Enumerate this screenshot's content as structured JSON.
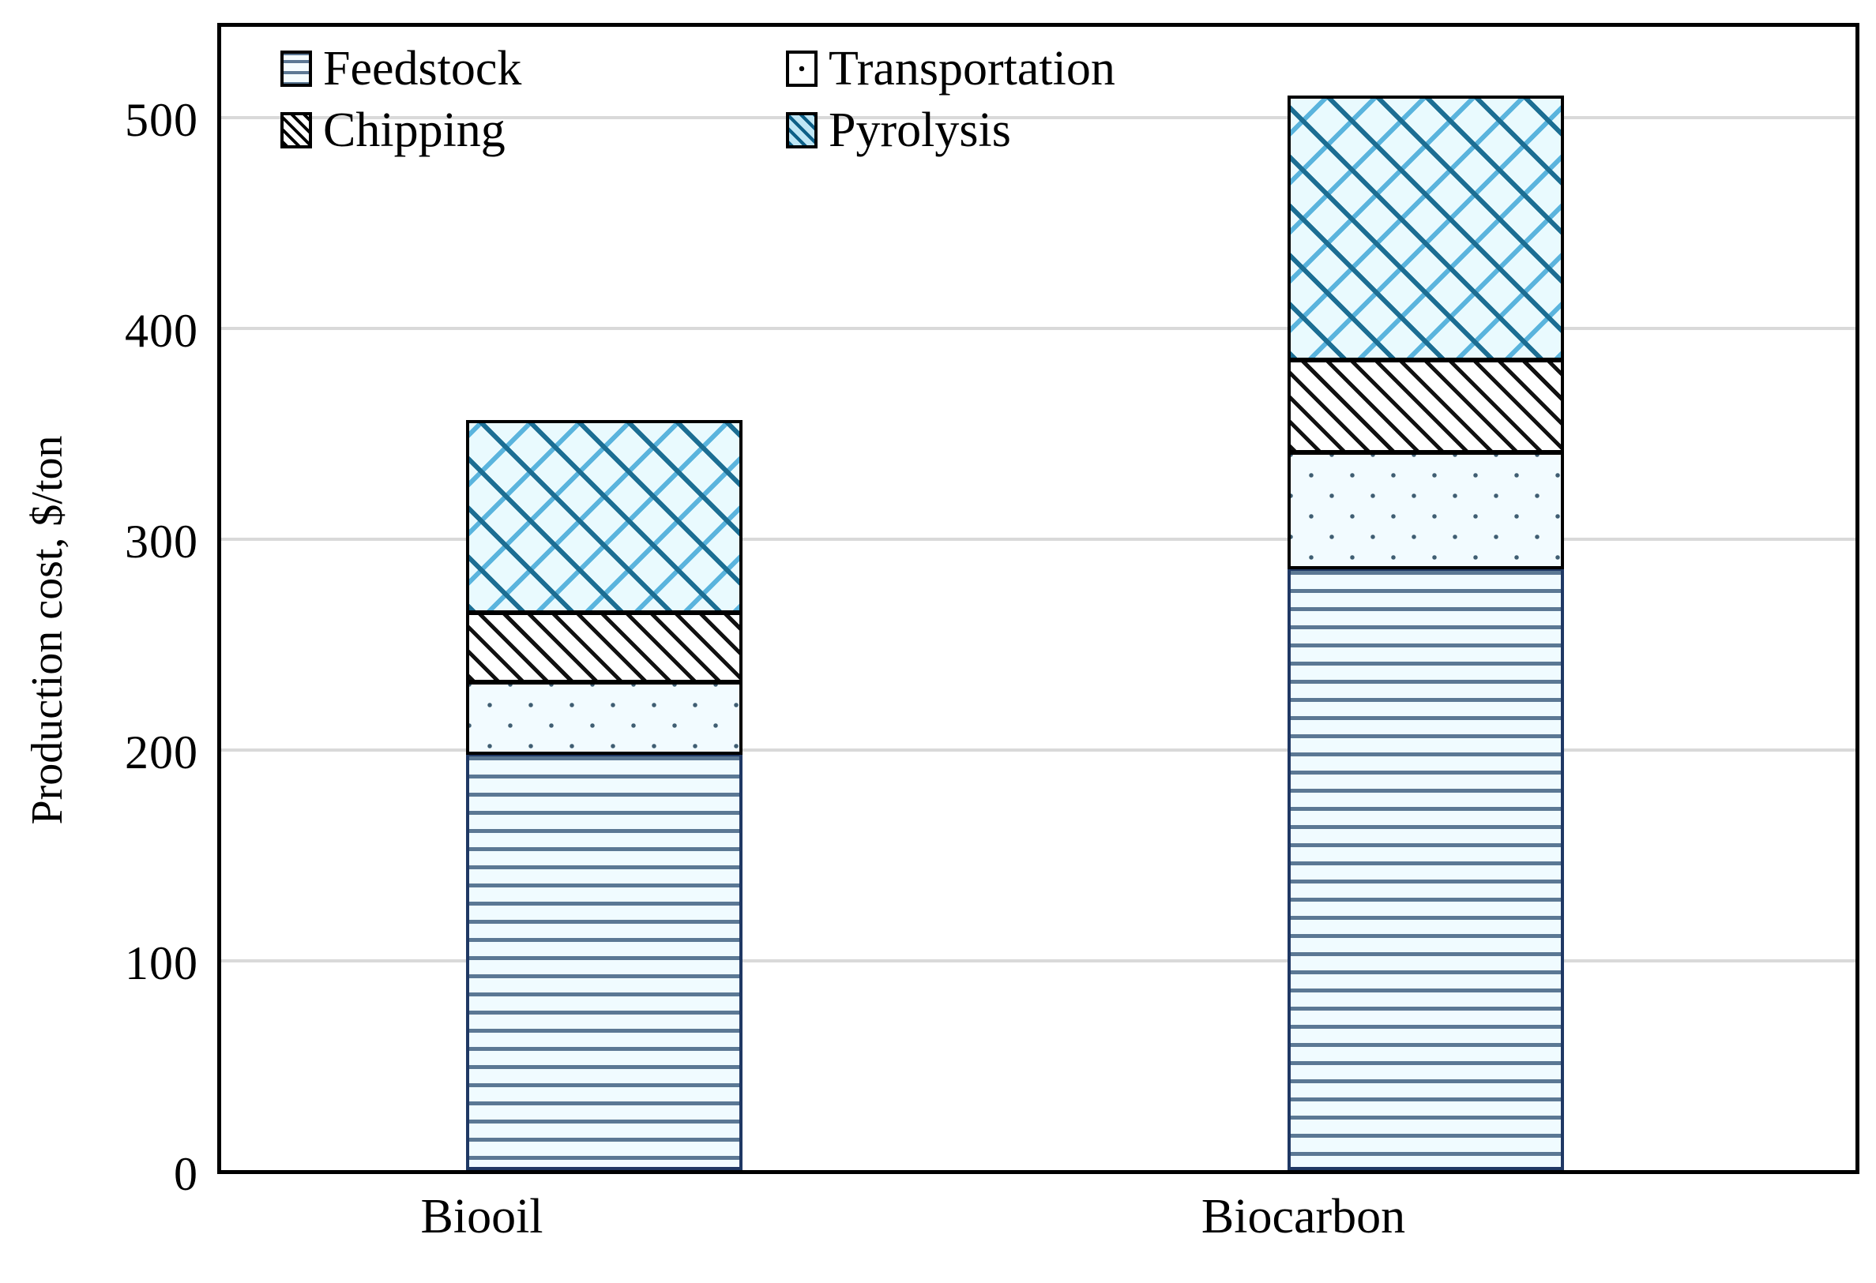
{
  "chart_data": {
    "type": "bar",
    "subtype": "stacked-bar",
    "title": "",
    "xlabel": "",
    "ylabel": "Production cost, $/ton",
    "categories": [
      "Biooil",
      "Biocarbon"
    ],
    "ylim": [
      0,
      560
    ],
    "yticks": [
      0,
      100,
      200,
      300,
      400,
      500
    ],
    "ytick_labels": [
      "0",
      "100",
      "200",
      "300",
      "400",
      "500"
    ],
    "grid": "horizontal",
    "legend_position": "top-inside-left",
    "series": [
      {
        "name": "Feedstock",
        "pattern": "horizontal-lines",
        "values": [
          197,
          285
        ]
      },
      {
        "name": "Transportation",
        "pattern": "dots",
        "values": [
          34,
          55
        ]
      },
      {
        "name": "Chipping",
        "pattern": "diagonal-hatch",
        "values": [
          33,
          44
        ]
      },
      {
        "name": "Pyrolysis",
        "pattern": "cross-hatch",
        "values": [
          91,
          125
        ]
      }
    ],
    "totals": [
      355,
      509
    ],
    "colors": {
      "feedstock_line": "#5b7894",
      "feedstock_fill": "#f0fbff",
      "transportation_dot": "#3f5d72",
      "transportation_fill": "#f2fbff",
      "chipping_hatch": "#111111",
      "chipping_fill": "#ffffff",
      "pyrolysis_hatch_dark": "#1c6e93",
      "pyrolysis_hatch_light": "#5ab4dd",
      "pyrolysis_fill": "#e9fafe",
      "gridline": "#d9d9d9",
      "axis": "#000000"
    }
  },
  "legend": {
    "items": [
      {
        "label": "Feedstock"
      },
      {
        "label": "Transportation"
      },
      {
        "label": "Chipping"
      },
      {
        "label": "Pyrolysis"
      }
    ]
  },
  "axis": {
    "y_title": "Production  cost, $/ton",
    "y_labels": {
      "t0": "0",
      "t100": "100",
      "t200": "200",
      "t300": "300",
      "t400": "400",
      "t500": "500"
    },
    "x_labels": {
      "c0": "Biooil",
      "c1": "Biocarbon"
    }
  }
}
